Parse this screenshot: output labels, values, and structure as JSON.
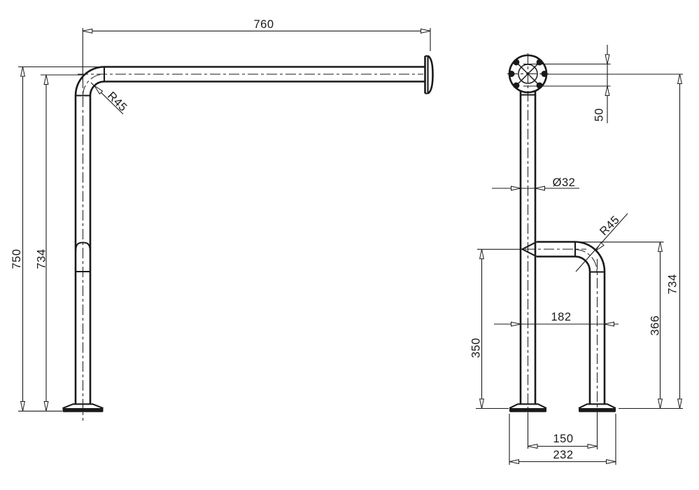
{
  "drawing": {
    "type": "technical-dimension-drawing",
    "subject": "wall-to-floor grab bar, two orthographic views",
    "colors": {
      "background": "#ffffff",
      "line": "#1a1a1a"
    },
    "front_view": {
      "dim_top_span": "760",
      "dim_height_outer": "750",
      "dim_height_center": "734",
      "dim_bend_radius": "R45"
    },
    "side_view": {
      "dim_bolt_spacing": "50",
      "dim_tube_diameter": "Ø32",
      "dim_left_leg_height": "350",
      "dim_legs_outer_width": "182",
      "dim_right_leg_height": "366",
      "dim_height_center": "734",
      "dim_leg_center_spacing": "150",
      "dim_base_overall_width": "232",
      "dim_bend_radius": "R45"
    }
  }
}
